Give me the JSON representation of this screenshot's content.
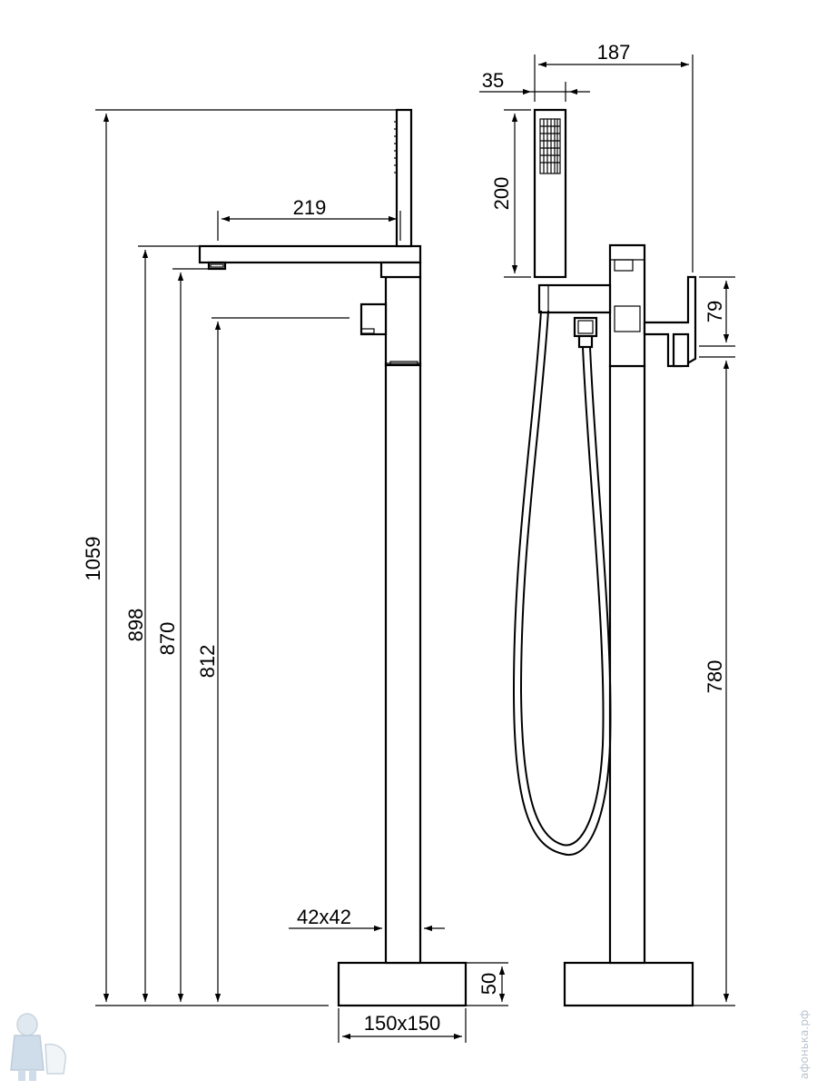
{
  "dimensions": {
    "total_height": "1059",
    "spout_top_height": "898",
    "spout_outlet_height": "870",
    "handle_height": "812",
    "spout_reach": "219",
    "column_section": "42x42",
    "base_height": "50",
    "base_footprint": "150x150",
    "hand_shower_offset": "35",
    "overall_depth": "187",
    "hand_shower_length": "200",
    "lever_height": "79",
    "lever_mount_height": "780"
  },
  "watermark": {
    "text": "афонька.рф"
  },
  "colors": {
    "line": "#000000",
    "watermark": "#b9c4cf"
  }
}
